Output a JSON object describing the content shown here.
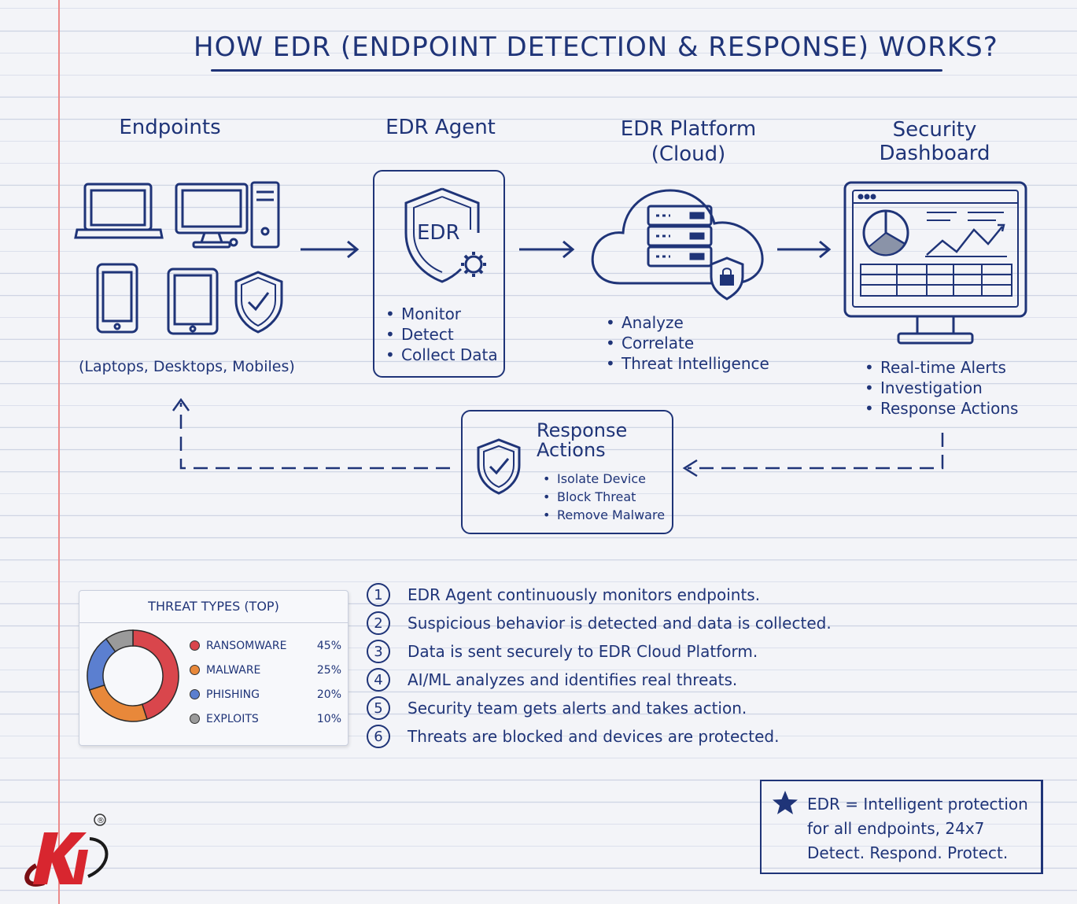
{
  "title": "HOW EDR (ENDPOINT DETECTION & RESPONSE) WORKS?",
  "columns": {
    "endpoints": {
      "heading": "Endpoints",
      "caption": "(Laptops, Desktops, Mobiles)"
    },
    "agent": {
      "heading": "EDR Agent",
      "shield_text": "EDR",
      "bullets": [
        "Monitor",
        "Detect",
        "Collect Data"
      ]
    },
    "platform": {
      "heading_line1": "EDR Platform",
      "heading_line2": "(Cloud)",
      "bullets": [
        "Analyze",
        "Correlate",
        "Threat Intelligence"
      ]
    },
    "dashboard": {
      "heading_line1": "Security",
      "heading_line2": "Dashboard",
      "bullets": [
        "Real-time Alerts",
        "Investigation",
        "Response Actions"
      ]
    }
  },
  "response": {
    "heading_line1": "Response",
    "heading_line2": "Actions",
    "bullets": [
      "Isolate Device",
      "Block Threat",
      "Remove Malware"
    ]
  },
  "threats": {
    "title": "THREAT TYPES (TOP)",
    "items": [
      {
        "label": "RANSOMWARE",
        "value": "45%",
        "share": 45,
        "color": "#d9464c"
      },
      {
        "label": "MALWARE",
        "value": "25%",
        "share": 25,
        "color": "#e8883a"
      },
      {
        "label": "PHISHING",
        "value": "20%",
        "share": 20,
        "color": "#5b7fd0"
      },
      {
        "label": "EXPLOITS",
        "value": "10%",
        "share": 10,
        "color": "#9a9a9a"
      }
    ]
  },
  "steps": [
    {
      "num": "1",
      "text": "EDR Agent continuously monitors endpoints."
    },
    {
      "num": "2",
      "text": "Suspicious behavior is detected and data is collected."
    },
    {
      "num": "3",
      "text": "Data is sent securely to EDR Cloud Platform."
    },
    {
      "num": "4",
      "text": "AI/ML analyzes and identifies real threats."
    },
    {
      "num": "5",
      "text": "Security team gets alerts and takes action."
    },
    {
      "num": "6",
      "text": "Threats are blocked and devices are protected."
    }
  ],
  "summary": {
    "line1": "EDR = Intelligent protection",
    "line2": "for all endpoints, 24x7",
    "line3": "Detect. Respond. Protect."
  },
  "logo": {
    "registered": "®"
  },
  "colors": {
    "ink": "#1f3478",
    "margin": "#ec8a8a",
    "logo_red": "#d8262f"
  }
}
